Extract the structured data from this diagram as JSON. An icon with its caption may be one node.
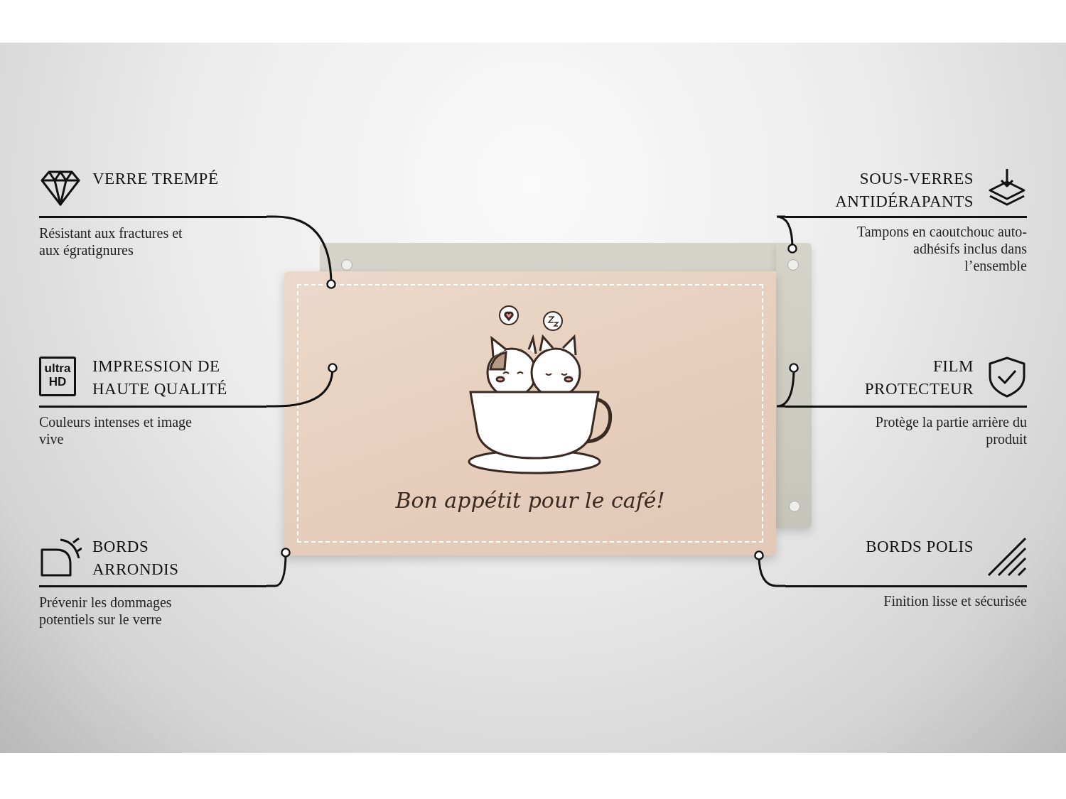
{
  "diagram": {
    "nodes": [
      {
        "text": [
          "VERRE TREMPÉ",
          "Résistant aux fractures et aux égratignures"
        ]
      },
      {
        "text": [
          "IMPRESSION DE HAUTE QUALITÉ",
          "Couleurs intenses et image vive"
        ]
      },
      {
        "text": [
          "BORDS ARRONDIS",
          "Prévenir les dommages potentiels sur le verre"
        ]
      },
      {
        "text": [
          "SOUS-VERRES ANTIDÉRAPANTS",
          "Tampons en caoutchouc auto-adhésifs inclus dans l’ensemble"
        ]
      },
      {
        "text": [
          "FILM PROTECTEUR",
          "Protège la partie arrière du produit"
        ]
      },
      {
        "text": [
          "BORDS POLIS",
          "Finition lisse et sécurisée"
        ]
      },
      {
        "text": [],
        "shape": "box"
      },
      {
        "text": [
          "Bon appétit pour le café!"
        ]
      }
    ],
    "edges": [
      {
        "from": 0,
        "to": 7,
        "arrow": "other"
      },
      {
        "from": 1,
        "to": 7,
        "arrow": "other"
      },
      {
        "from": 2,
        "to": 7,
        "arrow": "other"
      },
      {
        "from": 3,
        "to": 6,
        "arrow": "other"
      },
      {
        "from": 4,
        "to": 6,
        "arrow": "other"
      },
      {
        "from": 5,
        "to": 7,
        "arrow": "other"
      }
    ],
    "labels": [
      "ultra HD"
    ]
  }
}
